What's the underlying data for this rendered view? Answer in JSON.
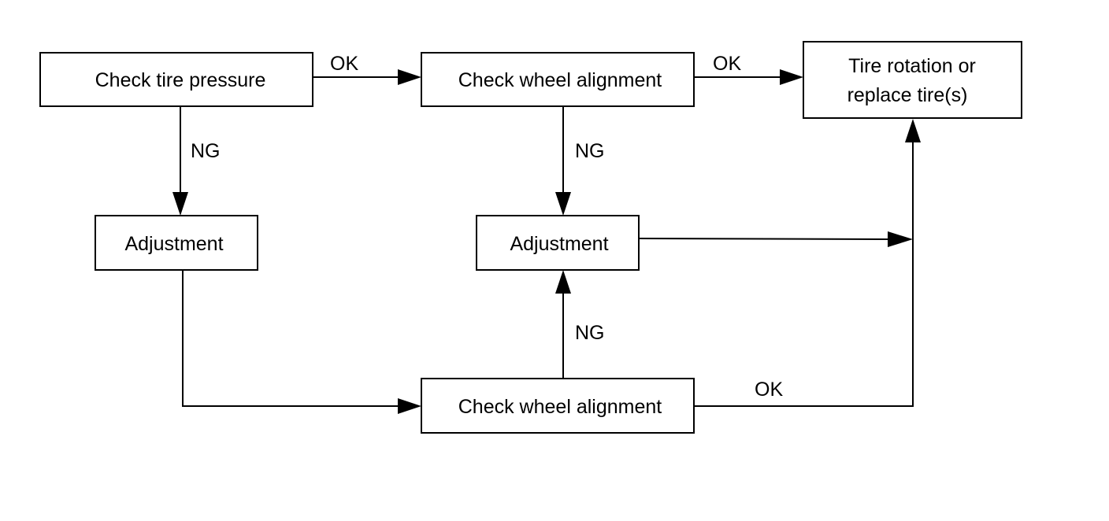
{
  "nodes": {
    "check_tire_pressure": "Check tire pressure",
    "check_wheel_alignment_top": "Check wheel alignment",
    "tire_rotation_line1": "Tire rotation or",
    "tire_rotation_line2": "replace tire(s)",
    "adjustment_left": "Adjustment",
    "adjustment_mid": "Adjustment",
    "check_wheel_alignment_bottom": "Check wheel alignment"
  },
  "edges": {
    "pressure_to_alignment": "OK",
    "alignment_to_rotation": "OK",
    "pressure_to_adjustment": "NG",
    "alignment_to_adjustment": "NG",
    "bottom_alignment_to_adjustment": "NG",
    "bottom_alignment_to_rotation": "OK"
  }
}
